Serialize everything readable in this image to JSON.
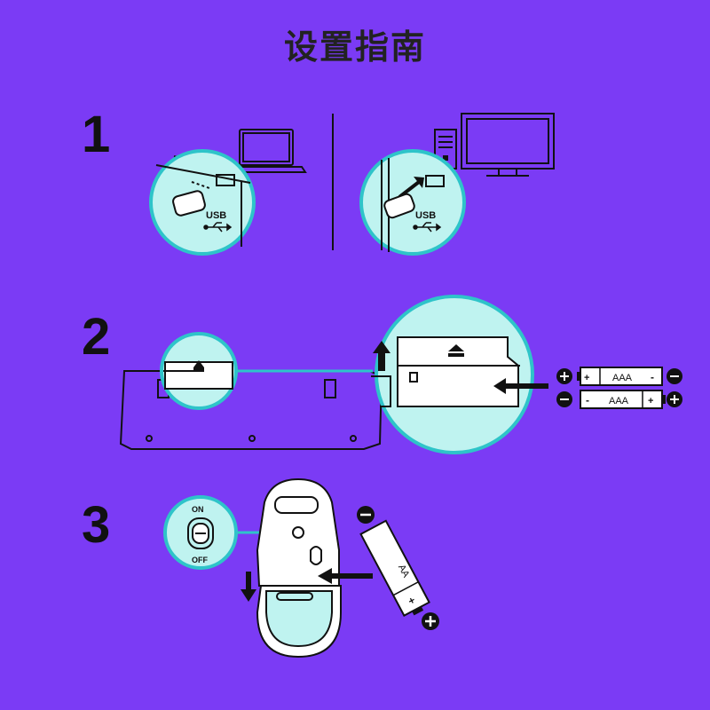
{
  "title": "设置指南",
  "steps": [
    {
      "number": "1"
    },
    {
      "number": "2"
    },
    {
      "number": "3"
    }
  ],
  "labels": {
    "usb": "USB",
    "battery_aaa": "AAA",
    "battery_aa": "AA",
    "switch_on": "ON",
    "switch_off": "OFF",
    "plus": "+",
    "minus": "-"
  },
  "colors": {
    "background": "#7b3bf5",
    "circle_fill": "#bff3f0",
    "circle_stroke": "#2ec4c9",
    "line": "#111111"
  }
}
